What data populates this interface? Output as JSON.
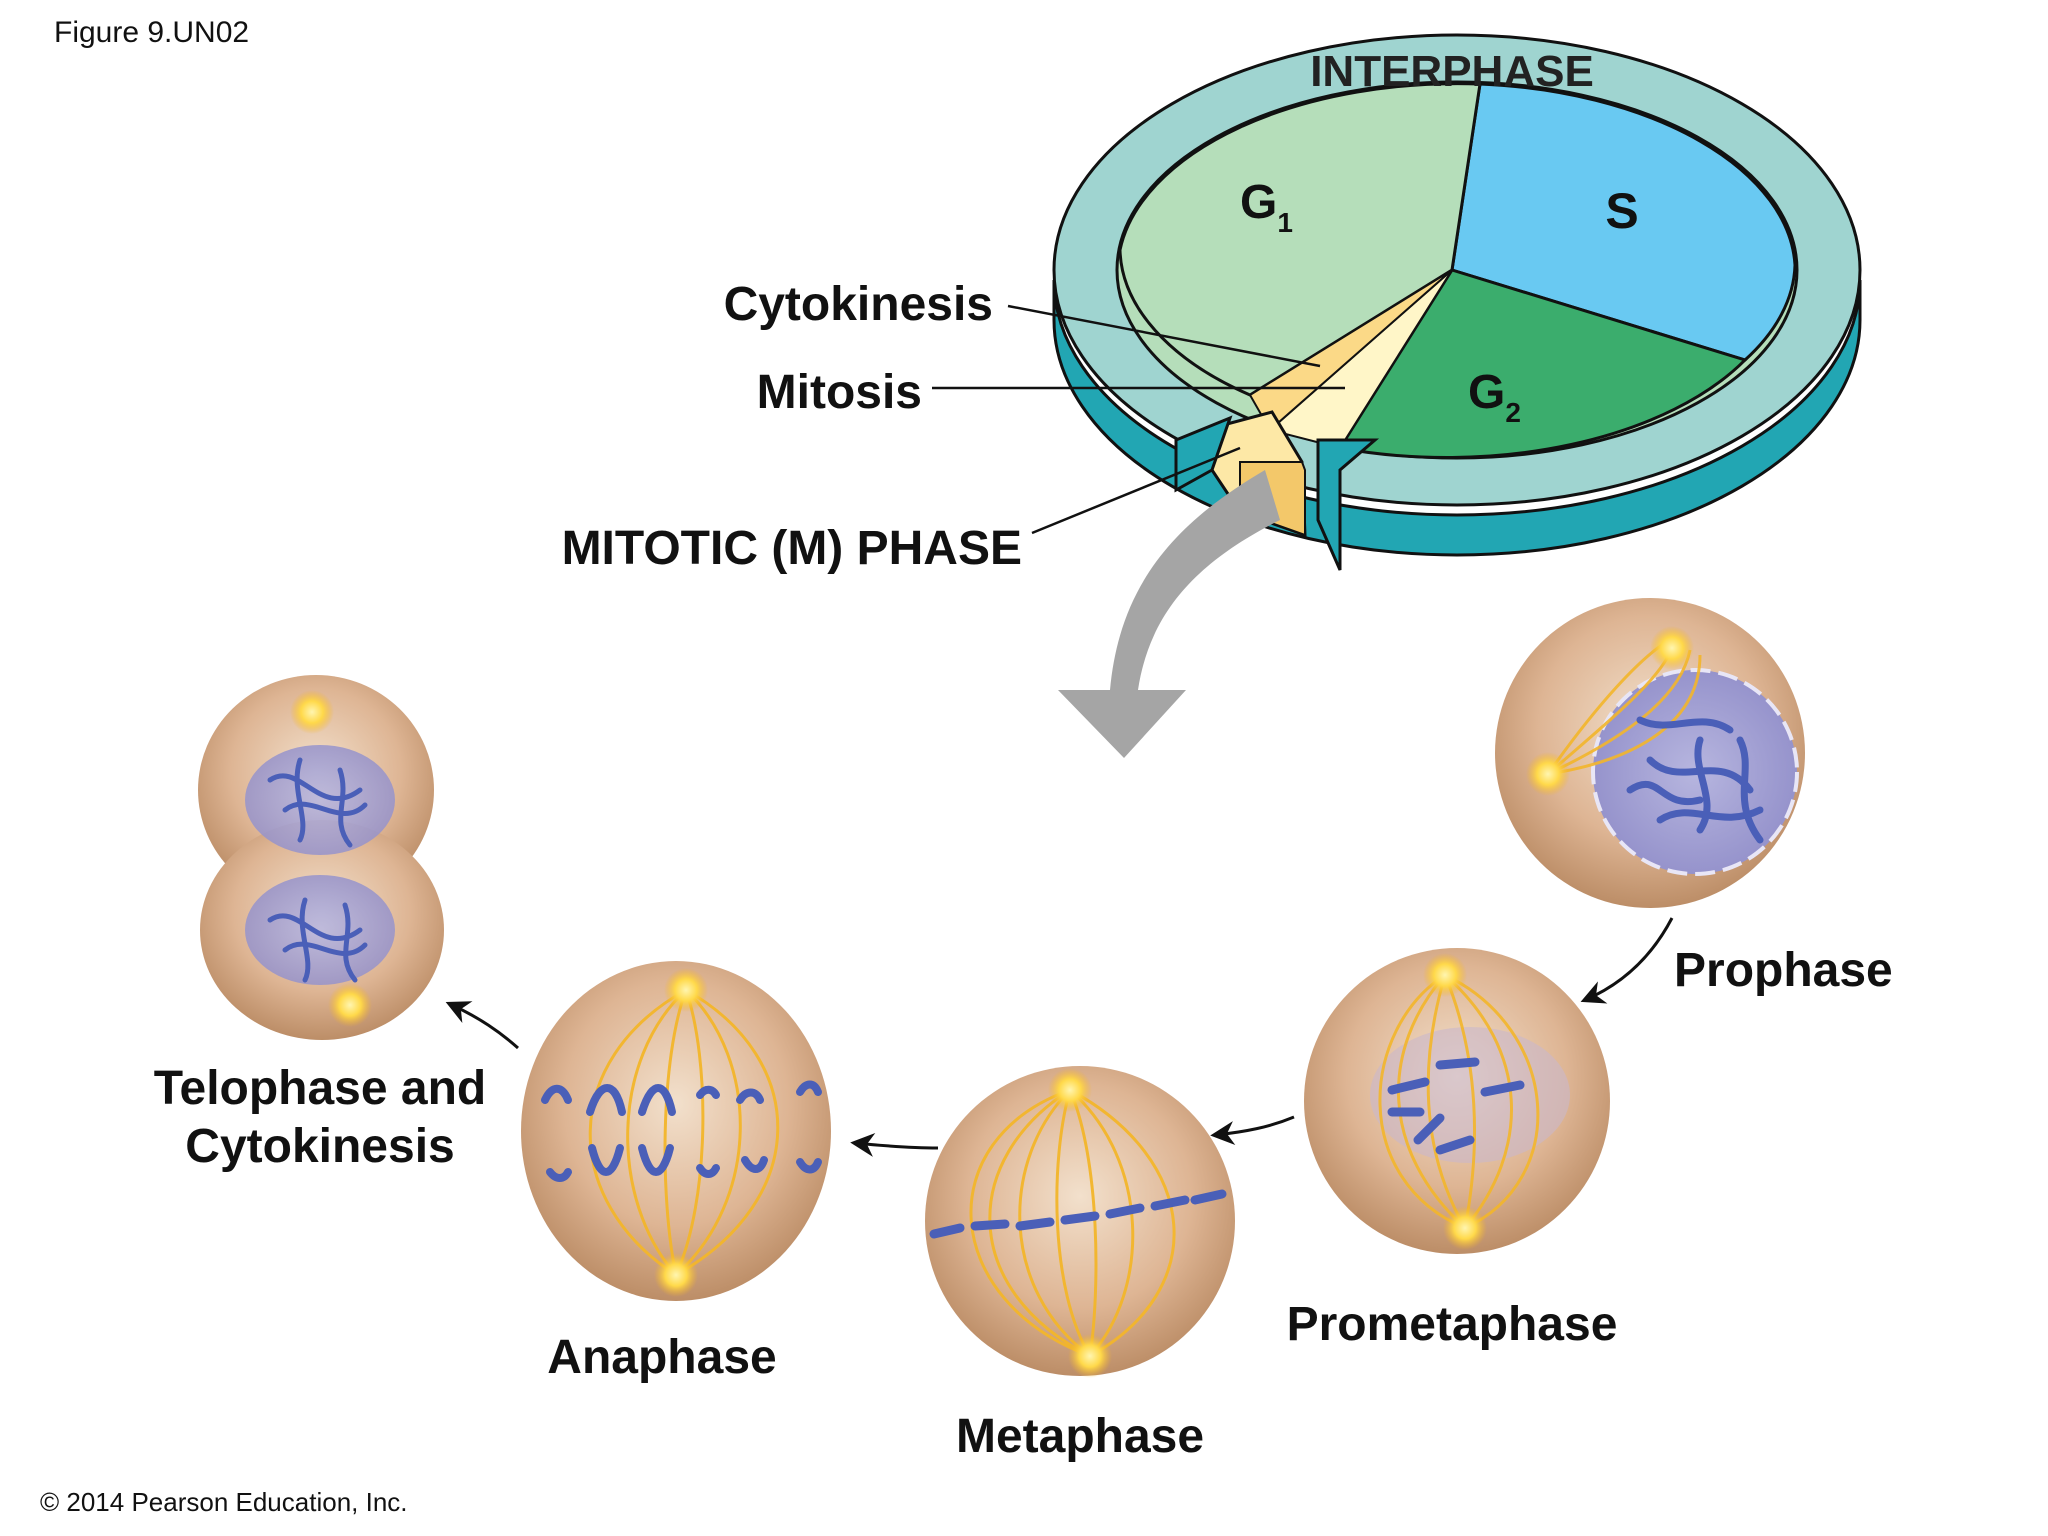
{
  "figure_label": "Figure 9.UN02",
  "copyright": "© 2014 Pearson Education, Inc.",
  "cycle": {
    "ring_label": "INTERPHASE",
    "g1": {
      "main": "G",
      "sub": "1"
    },
    "s": "S",
    "g2": {
      "main": "G",
      "sub": "2"
    },
    "cytokinesis": "Cytokinesis",
    "mitosis": "Mitosis",
    "m_phase": "MITOTIC (M) PHASE"
  },
  "stages": {
    "prophase": "Prophase",
    "prometaphase": "Prometaphase",
    "metaphase": "Metaphase",
    "anaphase": "Anaphase",
    "telophase_line1": "Telophase and",
    "telophase_line2": "Cytokinesis"
  },
  "colors": {
    "ring": "#9fd4d0",
    "ring_side": "#22a6b3",
    "g1": "#b5deba",
    "s": "#69c9f2",
    "g2": "#3bad6d",
    "m_wedge": "#fde8a6",
    "cell": "#d6a982",
    "spindle": "#f3b62b",
    "chromosome": "#4a5fb8",
    "nucleus": "#a8a6d6"
  }
}
